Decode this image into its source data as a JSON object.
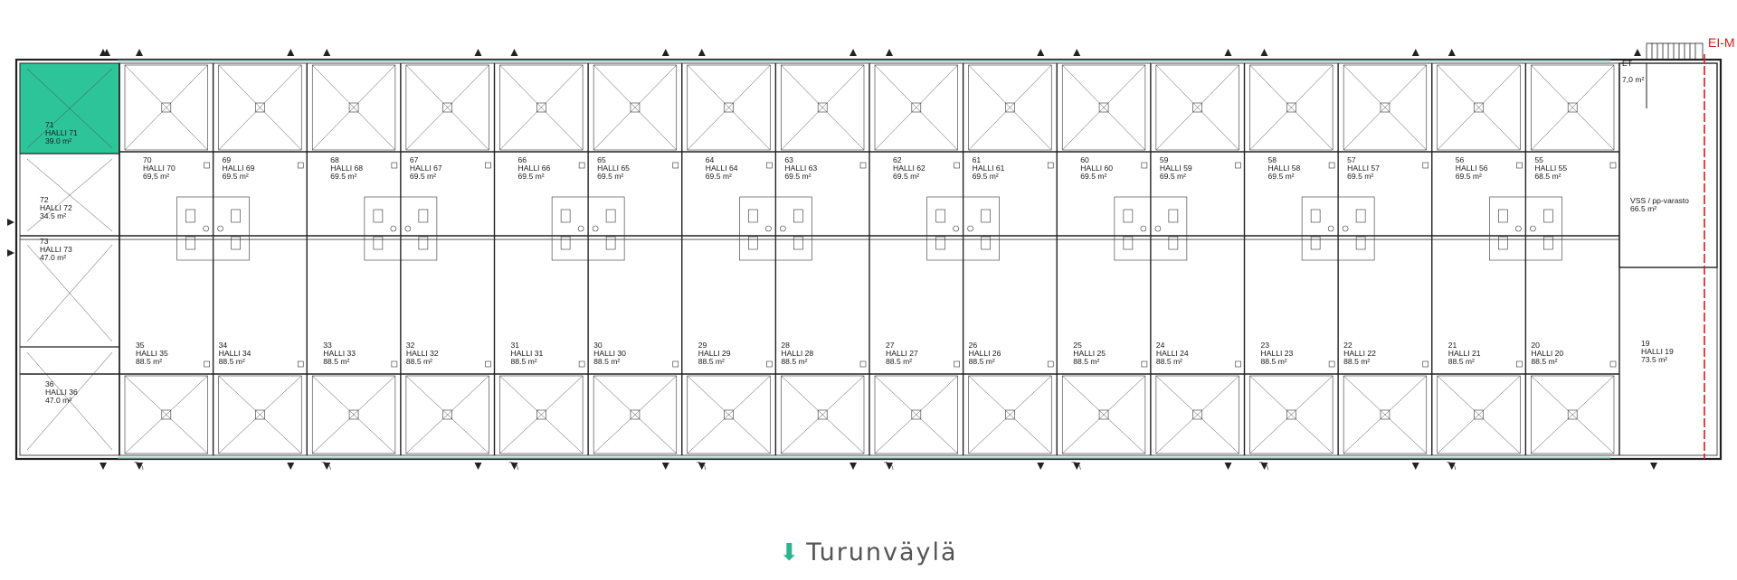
{
  "colors": {
    "selected_fill": "#2ec49a",
    "wall": "#222222",
    "glass": "#9fd7c8",
    "red_line": "#d91a1a",
    "footer_text": "#555555",
    "footer_arrow": "#2bb58c"
  },
  "corner_tag": "EI-M",
  "footer": {
    "arrow_icon": "down-arrow-icon",
    "street": "Turunväylä"
  },
  "selected_unit": "71",
  "top_units": [
    {
      "num": "70",
      "name": "HALLI 70",
      "area": "69,5 m²"
    },
    {
      "num": "69",
      "name": "HALLI 69",
      "area": "69.5 m²"
    },
    {
      "num": "68",
      "name": "HALLI 68",
      "area": "69.5 m²"
    },
    {
      "num": "67",
      "name": "HALLI 67",
      "area": "69.5 m²"
    },
    {
      "num": "66",
      "name": "HALLI 66",
      "area": "69.5 m²"
    },
    {
      "num": "65",
      "name": "HALLI 65",
      "area": "69.5 m²"
    },
    {
      "num": "64",
      "name": "HALLI 64",
      "area": "69.5 m²"
    },
    {
      "num": "63",
      "name": "HALLI 63",
      "area": "69.5 m²"
    },
    {
      "num": "62",
      "name": "HALLI 62",
      "area": "69.5 m²"
    },
    {
      "num": "61",
      "name": "HALLI 61",
      "area": "69.5 m²"
    },
    {
      "num": "60",
      "name": "HALLI 60",
      "area": "69.5 m²"
    },
    {
      "num": "59",
      "name": "HALLI 59",
      "area": "69.5 m²"
    },
    {
      "num": "58",
      "name": "HALLI 58",
      "area": "69.5 m²"
    },
    {
      "num": "57",
      "name": "HALLI 57",
      "area": "69.5 m²"
    },
    {
      "num": "56",
      "name": "HALLI 56",
      "area": "69.5 m²"
    },
    {
      "num": "55",
      "name": "HALLI 55",
      "area": "68.5 m²"
    }
  ],
  "bottom_units": [
    {
      "num": "35",
      "name": "HALLI 35",
      "area": "88.5 m²"
    },
    {
      "num": "34",
      "name": "HALLI 34",
      "area": "88.5 m²"
    },
    {
      "num": "33",
      "name": "HALLI 33",
      "area": "88.5 m²"
    },
    {
      "num": "32",
      "name": "HALLI 32",
      "area": "88.5 m²"
    },
    {
      "num": "31",
      "name": "HALLI 31",
      "area": "88.5 m²"
    },
    {
      "num": "30",
      "name": "HALLI 30",
      "area": "88.5 m²"
    },
    {
      "num": "29",
      "name": "HALLI 29",
      "area": "88.5 m²"
    },
    {
      "num": "28",
      "name": "HALLI 28",
      "area": "88.5 m²"
    },
    {
      "num": "27",
      "name": "HALLI 27",
      "area": "88.5 m²"
    },
    {
      "num": "26",
      "name": "HALLI 26",
      "area": "88.5 m²"
    },
    {
      "num": "25",
      "name": "HALLI 25",
      "area": "88.5 m²"
    },
    {
      "num": "24",
      "name": "HALLI 24",
      "area": "88.5 m²"
    },
    {
      "num": "23",
      "name": "HALLI 23",
      "area": "88.5 m²"
    },
    {
      "num": "22",
      "name": "HALLI 22",
      "area": "88.5 m²"
    },
    {
      "num": "21",
      "name": "HALLI 21",
      "area": "88.5 m²"
    },
    {
      "num": "20",
      "name": "HALLI 20",
      "area": "88.5 m²"
    }
  ],
  "left_units": [
    {
      "num": "71",
      "name": "HALLI 71",
      "area": "39.0 m²"
    },
    {
      "num": "72",
      "name": "HALLI 72",
      "area": "34.5 m²"
    },
    {
      "num": "73",
      "name": "HALLI 73",
      "area": "47.0 m²"
    },
    {
      "num": "36",
      "name": "HALLI 36",
      "area": "47.0 m²"
    }
  ],
  "right_rooms": [
    {
      "num": "ET",
      "name": "",
      "area": "7,0 m²"
    },
    {
      "num": "",
      "name": "VSS / pp-varasto",
      "area": "66.5 m²"
    },
    {
      "num": "19",
      "name": "HALLI 19",
      "area": "73.5 m²"
    }
  ]
}
